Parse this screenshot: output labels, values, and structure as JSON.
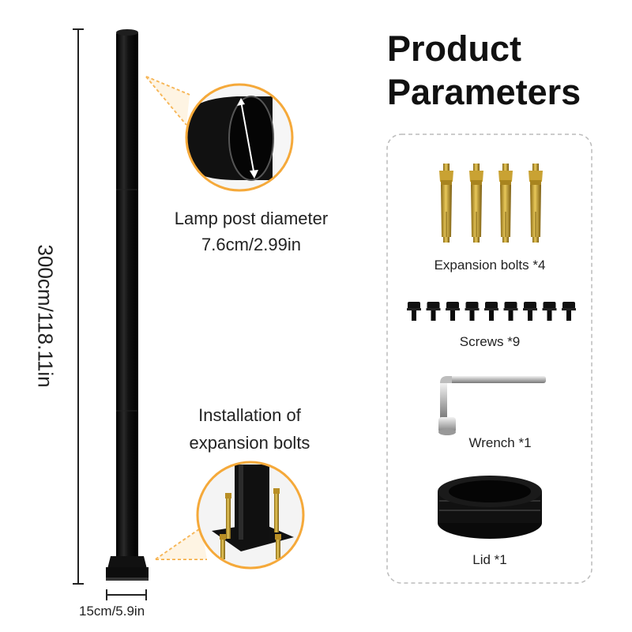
{
  "title": {
    "line1": "Product",
    "line2": "Parameters"
  },
  "dimensions": {
    "height": "300cm/118.11in",
    "base_width": "15cm/5.9in"
  },
  "callouts": {
    "diameter_line1": "Lamp post diameter",
    "diameter_line2": "7.6cm/2.99in",
    "install_line1": "Installation of",
    "install_line2": "expansion bolts"
  },
  "accessories": [
    {
      "label": "Expansion bolts *4",
      "icon": "expansion-bolt-icon",
      "count": 4
    },
    {
      "label": "Screws *9",
      "icon": "screw-icon",
      "count": 9
    },
    {
      "label": "Wrench *1",
      "icon": "wrench-icon",
      "count": 1
    },
    {
      "label": "Lid *1",
      "icon": "lid-icon",
      "count": 1
    }
  ],
  "colors": {
    "accent": "#f5a93a",
    "pole": "#0d0d0d",
    "bolt": "#c9a233",
    "panel_border": "#bbbbbb"
  }
}
